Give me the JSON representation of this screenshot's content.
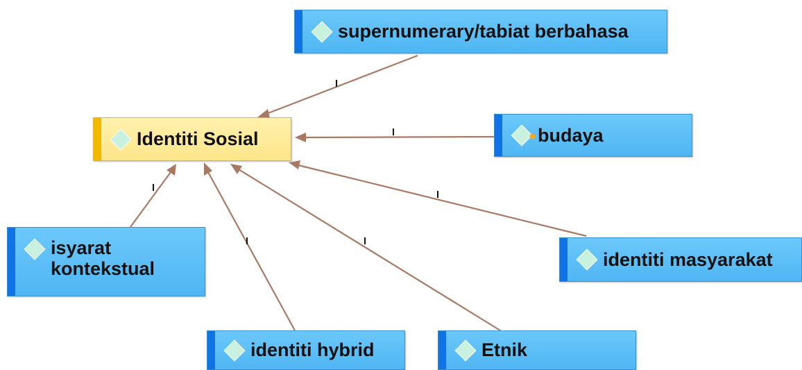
{
  "colors": {
    "node_fill": "#5ec0f7",
    "node_strip": "#0f73e6",
    "core_fill": "#fde58a",
    "core_strip": "#f3b900",
    "edge": "#a97a63",
    "diamond": "#c9f1df",
    "dot": "#f5a623"
  },
  "nodes": [
    {
      "id": "identiti-sosial",
      "label": "Identiti Sosial",
      "kind": "core",
      "icon": "diamond-icon"
    },
    {
      "id": "supernumerary",
      "label": "supernumerary/tabiat berbahasa",
      "kind": "code",
      "icon": "diamond-icon"
    },
    {
      "id": "budaya",
      "label": "budaya",
      "kind": "code",
      "icon": "diamond-icon",
      "has_dot": true
    },
    {
      "id": "isyarat-kontekstual",
      "label": "isyarat\nkontekstual",
      "kind": "code",
      "icon": "diamond-icon"
    },
    {
      "id": "identiti-masyarakat",
      "label": "identiti masyarakat",
      "kind": "code",
      "icon": "diamond-icon"
    },
    {
      "id": "identiti-hybrid",
      "label": "identiti hybrid",
      "kind": "code",
      "icon": "diamond-icon"
    },
    {
      "id": "etnik",
      "label": "Etnik",
      "kind": "code",
      "icon": "diamond-icon"
    }
  ],
  "edges": [
    {
      "from": "supernumerary",
      "to": "identiti-sosial",
      "label": "'"
    },
    {
      "from": "budaya",
      "to": "identiti-sosial",
      "label": "'"
    },
    {
      "from": "isyarat-kontekstual",
      "to": "identiti-sosial",
      "label": "'"
    },
    {
      "from": "identiti-masyarakat",
      "to": "identiti-sosial",
      "label": "'"
    },
    {
      "from": "identiti-hybrid",
      "to": "identiti-sosial",
      "label": "'"
    },
    {
      "from": "etnik",
      "to": "identiti-sosial",
      "label": "'"
    }
  ]
}
